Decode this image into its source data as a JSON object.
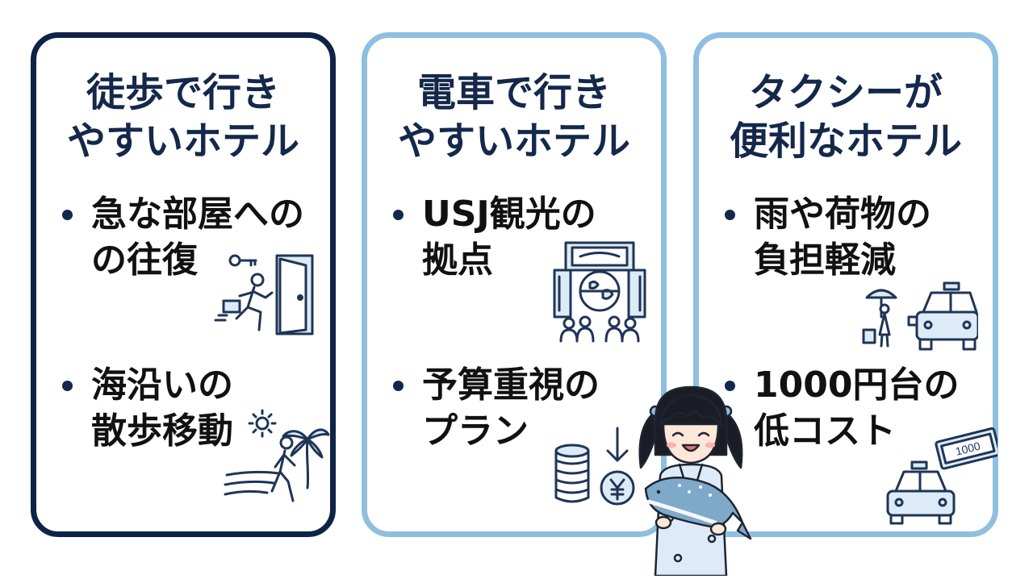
{
  "cards": [
    {
      "title_lines": [
        "徒歩で行き",
        "やすいホテル"
      ],
      "bullets": [
        {
          "lines": [
            "急な部屋への",
            "の往復"
          ],
          "icon": "running-person-door-icon"
        },
        {
          "lines": [
            "海沿いの",
            "散歩移動"
          ],
          "icon": "beach-walk-icon"
        }
      ]
    },
    {
      "title_lines": [
        "電車で行き",
        "やすいホテル"
      ],
      "bullets": [
        {
          "lines": [
            "USJ観光の",
            "拠点"
          ],
          "icon": "theme-park-gate-icon"
        },
        {
          "lines": [
            "予算重視の",
            "プラン"
          ],
          "icon": "coins-yen-icon"
        }
      ]
    },
    {
      "title_lines": [
        "タクシーが",
        "便利なホテル"
      ],
      "bullets": [
        {
          "lines": [
            "雨や荷物の",
            "負担軽減"
          ],
          "icon": "umbrella-taxi-icon"
        },
        {
          "lines": [
            "1000円台の",
            "低コスト"
          ],
          "icon": "taxi-fare-icon"
        }
      ]
    }
  ],
  "fare_note": "1000",
  "colors": {
    "navy": "#14284b",
    "light_blue": "#8fbfe0",
    "icon_stroke": "#1f3556",
    "icon_fill": "#dcebf7"
  }
}
